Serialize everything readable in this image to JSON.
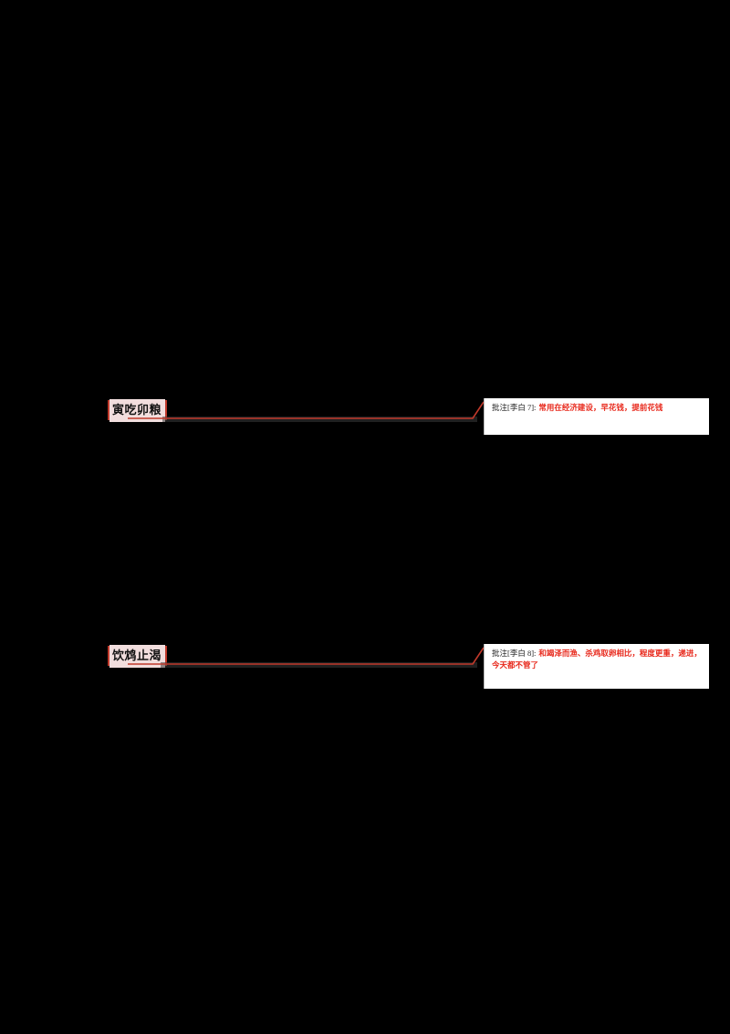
{
  "document": {
    "page_background": "#000000",
    "highlight_color": "#f2dede",
    "marker_color": "#c0392b",
    "comment_text_color": "#e8291c",
    "balloon_background": "#ffffff"
  },
  "annotations": [
    {
      "id": "comment-7",
      "highlighted_text": "寅吃卯粮",
      "reference_label": "批注[李白 7]:",
      "comment_text": "常用在经济建设，早花钱，提前花钱",
      "author": "李白",
      "number": "7"
    },
    {
      "id": "comment-8",
      "highlighted_text": "饮鸩止渴",
      "reference_label": "批注[李白 8]:",
      "comment_text": "和竭泽而渔、杀鸡取卵相比，程度更重，递进，今天都不管了",
      "author": "李白",
      "number": "8"
    }
  ]
}
